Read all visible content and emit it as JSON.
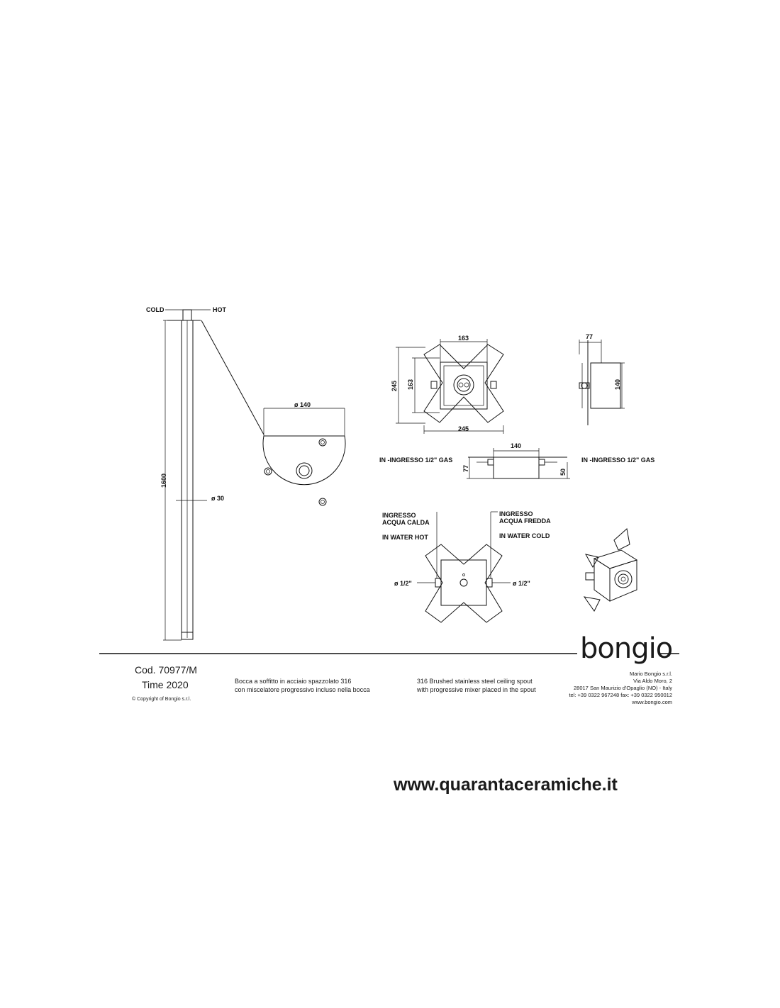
{
  "pole": {
    "cold_label": "COLD",
    "hot_label": "HOT",
    "height_dim": "1600",
    "diameter_dim": "ø  30"
  },
  "spout": {
    "diameter_dim": "ø  140"
  },
  "box_top": {
    "inner_dim": "163",
    "outer_height_dim": "245",
    "inner_height_dim": "163",
    "outer_width_dim": "245"
  },
  "box_side": {
    "depth_dim": "77",
    "height_dim": "140"
  },
  "box_front": {
    "width_dim": "140",
    "depth_dim": "77",
    "offset_dim": "50",
    "inlet_left": "IN -INGRESSO 1/2\" GAS",
    "inlet_right": "IN -INGRESSO 1/2\" GAS"
  },
  "box_bottom": {
    "hot_it_line1": "INGRESSO",
    "hot_it_line2": "ACQUA CALDA",
    "hot_en": "IN WATER HOT",
    "cold_it_line1": "INGRESSO",
    "cold_it_line2": "ACQUA FREDDA",
    "cold_en": "IN WATER COLD",
    "dia_left": "ø 1/2\"",
    "dia_right": "ø 1/2\""
  },
  "footer": {
    "code": "Cod. 70977/M",
    "collection": "Time 2020",
    "copyright": "© Copyright of Bongio s.r.l.",
    "desc_it_line1": "Bocca a soffitto in acciaio spazzolato 316",
    "desc_it_line2": "con miscelatore progressivo incluso nella bocca",
    "desc_en_line1": "316 Brushed stainless steel ceiling spout",
    "desc_en_line2": "with progressive mixer placed in the spout",
    "logo": "bongio",
    "company": "Mario Bongio s.r.l.",
    "street": "Via Aldo Moro, 2",
    "city": "28017 San Maurizio d'Opaglio (NO) - Italy",
    "phone": "tel: +39 0322 967248    fax: +39 0322 950012",
    "web": "www.bongio.com"
  },
  "watermark": "www.quarantaceramiche.it"
}
